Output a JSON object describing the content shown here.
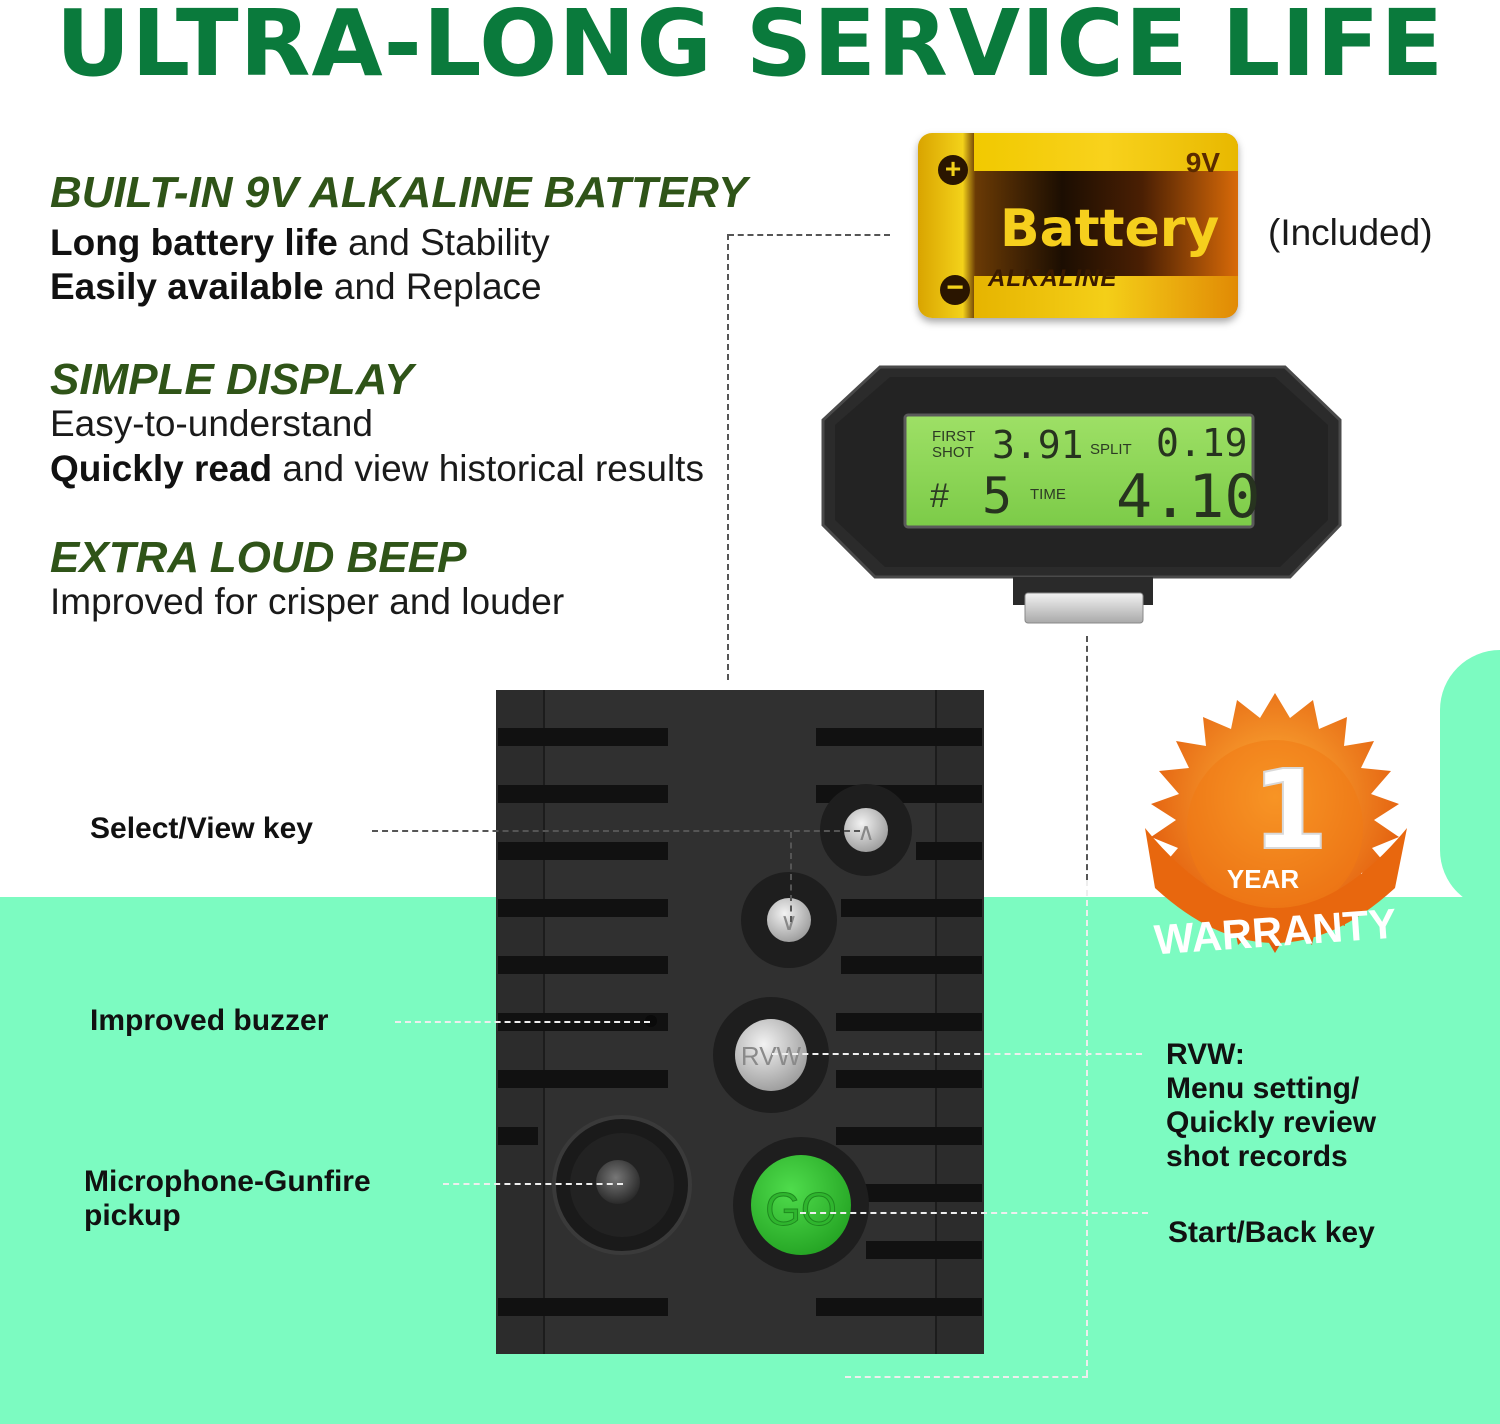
{
  "title": "ULTRA-LONG SERVICE LIFE",
  "features": [
    {
      "heading": "BUILT-IN 9V ALKALINE BATTERY",
      "lines": [
        {
          "bold": "Long battery life",
          "rest": " and Stability"
        },
        {
          "bold": "Easily available",
          "rest": " and Replace"
        }
      ]
    },
    {
      "heading": "SIMPLE DISPLAY",
      "lines": [
        {
          "bold": "",
          "rest": "Easy-to-understand"
        },
        {
          "bold": "Quickly read",
          "rest": " and view historical results"
        }
      ]
    },
    {
      "heading": "EXTRA LOUD BEEP",
      "lines": [
        {
          "bold": "",
          "rest": "Improved for crisper and louder"
        }
      ]
    }
  ],
  "battery": {
    "voltage": "9V",
    "word": "Battery",
    "type": "ALKALINE",
    "plus": "+",
    "minus": "−",
    "note": "(Included)"
  },
  "lcd": {
    "first_shot_label_1": "FIRST",
    "first_shot_label_2": "SHOT",
    "first_shot_value": "3.91",
    "split_label": "SPLIT",
    "split_value": "0.19",
    "hash_label": "#",
    "shot_count": "5",
    "time_label": "TIME",
    "time_value": "4.10"
  },
  "buttons": {
    "up": "∧",
    "down": "∨",
    "rvw": "RVW",
    "go": "GO"
  },
  "callouts": {
    "select_view": "Select/View key",
    "buzzer": "Improved buzzer",
    "microphone_1": "Microphone-Gunfire",
    "microphone_2": "pickup",
    "rvw_1": "RVW:",
    "rvw_2": "Menu setting/",
    "rvw_3": "Quickly review",
    "rvw_4": "shot records",
    "start_back": "Start/Back key"
  },
  "warranty": {
    "number": "1",
    "year": "YEAR",
    "word": "WARRANTY"
  },
  "colors": {
    "title_green": "#0a7a3c",
    "heading_green": "#2f5418",
    "mint": "#7cfbc1",
    "lcd_green": "#8fd75a",
    "go_green": "#39c23a",
    "warranty_orange": "#e8670e"
  }
}
